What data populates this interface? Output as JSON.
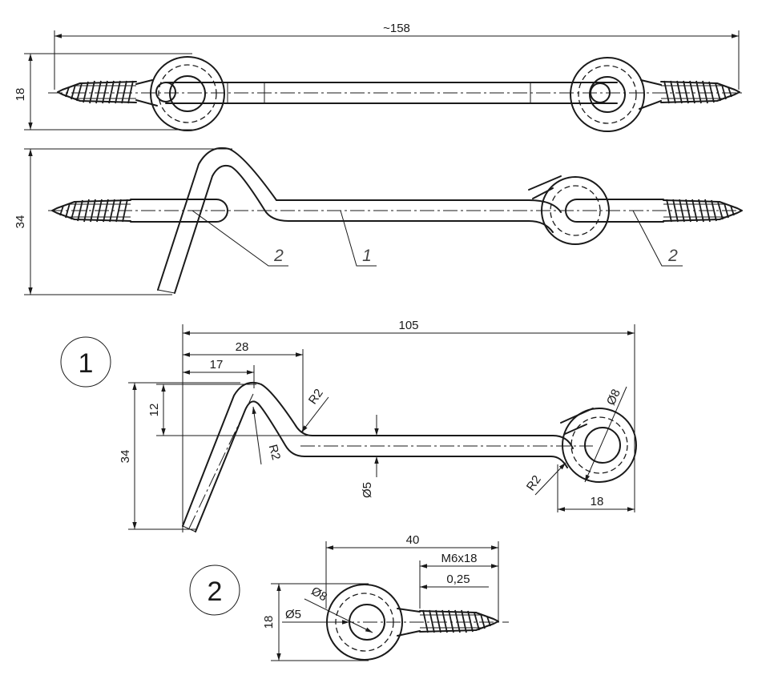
{
  "top_view": {
    "overall_length_label": "~158",
    "height_label": "18"
  },
  "side_view": {
    "height_label": "34",
    "leader_left": "2",
    "leader_middle": "1",
    "leader_right": "2"
  },
  "detail_1": {
    "callout": "1",
    "length_label": "105",
    "dim_28": "28",
    "dim_17": "17",
    "dim_12": "12",
    "dim_34": "34",
    "radius_top": "R2",
    "radius_inner": "R2",
    "radius_bottom": "R2",
    "diameter_eye": "Ø8",
    "diameter_wire": "Ø5",
    "dim_18": "18"
  },
  "detail_2": {
    "callout": "2",
    "length_label": "40",
    "thread_label": "M6x18",
    "gap_label": "0,25",
    "height_label": "18",
    "diameter_outer": "Ø8",
    "diameter_inner": "Ø5"
  }
}
